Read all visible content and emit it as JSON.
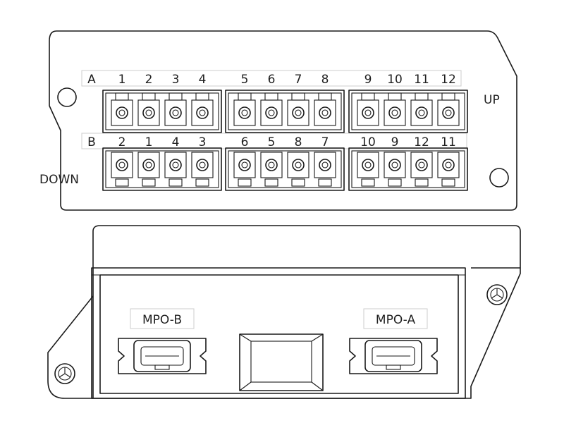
{
  "top_panel": {
    "row_a": {
      "label": "A",
      "ports": [
        "1",
        "2",
        "3",
        "4",
        "5",
        "6",
        "7",
        "8",
        "9",
        "10",
        "11",
        "12"
      ]
    },
    "row_b": {
      "label": "B",
      "ports": [
        "2",
        "1",
        "4",
        "3",
        "6",
        "5",
        "8",
        "7",
        "10",
        "9",
        "12",
        "11"
      ]
    },
    "up_label": "UP",
    "down_label": "DOWN"
  },
  "bottom_panel": {
    "mpo_left": "MPO-B",
    "mpo_right": "MPO-A"
  }
}
